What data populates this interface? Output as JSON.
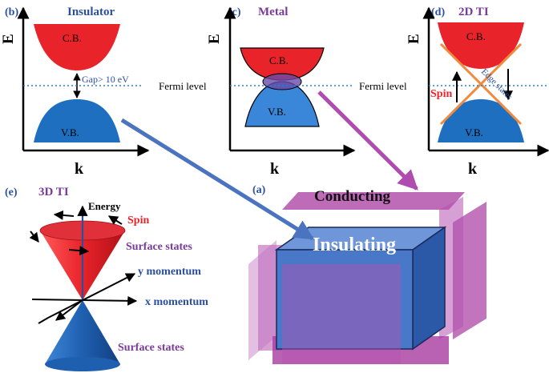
{
  "panels": {
    "b": {
      "tag": "(b)",
      "title": "Insulator",
      "axis_e": "E",
      "axis_k": "k",
      "cb": "C.B.",
      "vb": "V.B.",
      "gap": "Gap> 10 eV",
      "fermi": "Fermi level"
    },
    "c": {
      "tag": "(c)",
      "title": "Metal",
      "axis_e": "E",
      "axis_k": "k",
      "cb": "C.B.",
      "vb": "V.B.",
      "fermi": "Fermi level"
    },
    "d": {
      "tag": "(d)",
      "title": "2D TI",
      "axis_e": "E",
      "axis_k": "k",
      "cb": "C.B.",
      "vb": "V.B.",
      "spin": "Spin",
      "edge": "Edge states"
    },
    "e": {
      "tag": "(e)",
      "title": "3D TI",
      "energy": "Energy",
      "spin": "Spin",
      "surface_top": "Surface states",
      "y_momentum": "y momentum",
      "x_momentum": "x momentum",
      "surface_bottom": "Surface states"
    },
    "a": {
      "tag": "(a)",
      "conducting": "Conducting",
      "insulating": "Insulating"
    }
  },
  "colors": {
    "conduction_band": "#e8232a",
    "valence_band": "#1f6fc0",
    "label_blue": "#2b4fa0",
    "label_purple": "#7a3a9a",
    "fermi_line": "#2b7fd0",
    "edge_states": "#f08a3c",
    "spin_red": "#e8232a",
    "slab_magenta": "#a83aa0",
    "box_blue": "#4a78c8",
    "pointer_blue": "#4a74c0",
    "pointer_purple": "#b04cb0"
  }
}
